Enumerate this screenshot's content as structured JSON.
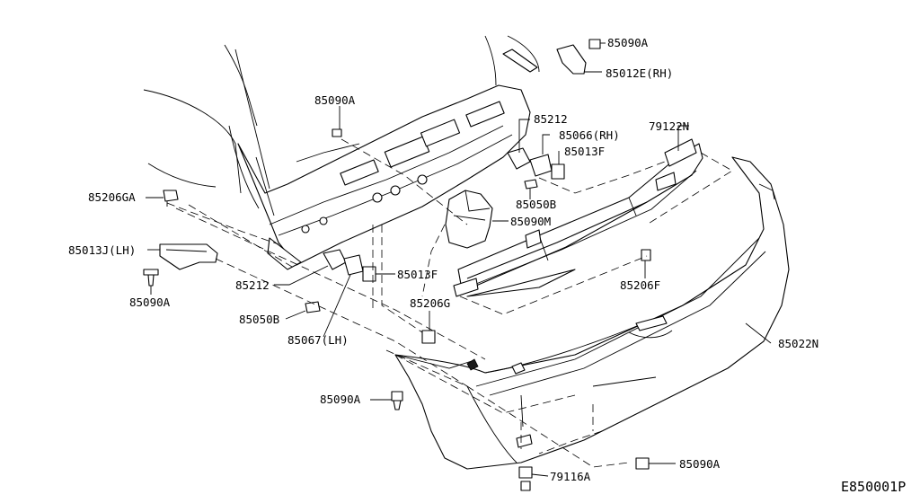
{
  "diagram": {
    "drawing_code": "E850001P",
    "callouts": {
      "c85090A_top_right": "85090A",
      "c85012E_rh": "85012E(RH)",
      "c85090A_top_left": "85090A",
      "c85212_right": "85212",
      "c85066_rh": "85066(RH)",
      "c79122N": "79122N",
      "c85013F_right": "85013F",
      "c85206GA": "85206GA",
      "c85050B_right": "85050B",
      "c85090M": "85090M",
      "c85013J_lh": "85013J(LH)",
      "c85090A_left": "85090A",
      "c85212_left": "85212",
      "c85013F_left": "85013F",
      "c85206F": "85206F",
      "c85050B_left": "85050B",
      "c85206G": "85206G",
      "c85067_lh": "85067(LH)",
      "c85022N": "85022N",
      "c85090A_bottom_left": "85090A",
      "c85090A_bottom_right": "85090A",
      "c79116A": "79116A"
    }
  }
}
